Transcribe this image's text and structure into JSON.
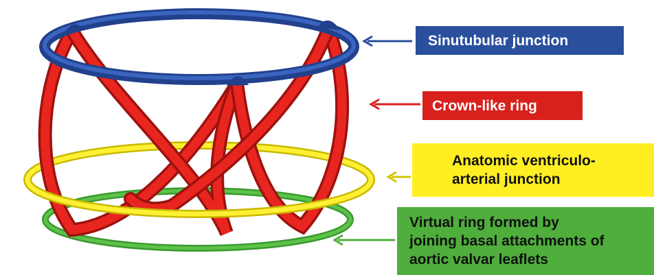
{
  "labels": {
    "sinutubular": "Sinutubular junction",
    "crown": "Crown-like ring",
    "ventriculo_line1": "Anatomic ventriculo-",
    "ventriculo_line2": "arterial junction",
    "virtual_line1": "Virtual ring formed by",
    "virtual_line2": "joining basal attachments of",
    "virtual_line3": "aortic valvar leaflets"
  },
  "colors": {
    "sinutubular": "#2a4f9c",
    "crown": "#d8201c",
    "ventriculo": "#ffef22",
    "virtual": "#4fae3c"
  }
}
